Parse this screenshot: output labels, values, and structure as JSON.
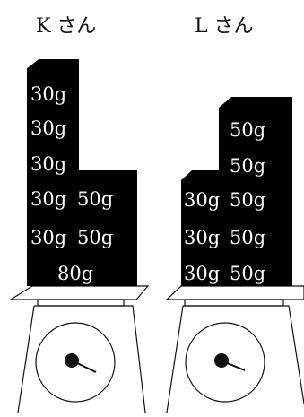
{
  "people": [
    {
      "name": "K さん",
      "blocks": [
        {
          "label": "30g",
          "row": 1,
          "col": 1
        },
        {
          "label": "30g",
          "row": 2,
          "col": 1
        },
        {
          "label": "30g",
          "row": 3,
          "col": 1
        },
        {
          "label": "30g",
          "row": 4,
          "col": 1
        },
        {
          "label": "50g",
          "row": 4,
          "col": 2
        },
        {
          "label": "30g",
          "row": 5,
          "col": 1
        },
        {
          "label": "50g",
          "row": 5,
          "col": 2
        },
        {
          "label": "80g",
          "row": 6,
          "col": 1
        }
      ]
    },
    {
      "name": "L さん",
      "blocks": [
        {
          "label": "50g",
          "row": 2,
          "col": 2
        },
        {
          "label": "50g",
          "row": 3,
          "col": 2
        },
        {
          "label": "30g",
          "row": 4,
          "col": 1
        },
        {
          "label": "50g",
          "row": 4,
          "col": 2
        },
        {
          "label": "30g",
          "row": 5,
          "col": 1
        },
        {
          "label": "50g",
          "row": 5,
          "col": 2
        },
        {
          "label": "30g",
          "row": 6,
          "col": 1
        },
        {
          "label": "50g",
          "row": 6,
          "col": 2
        }
      ]
    }
  ]
}
